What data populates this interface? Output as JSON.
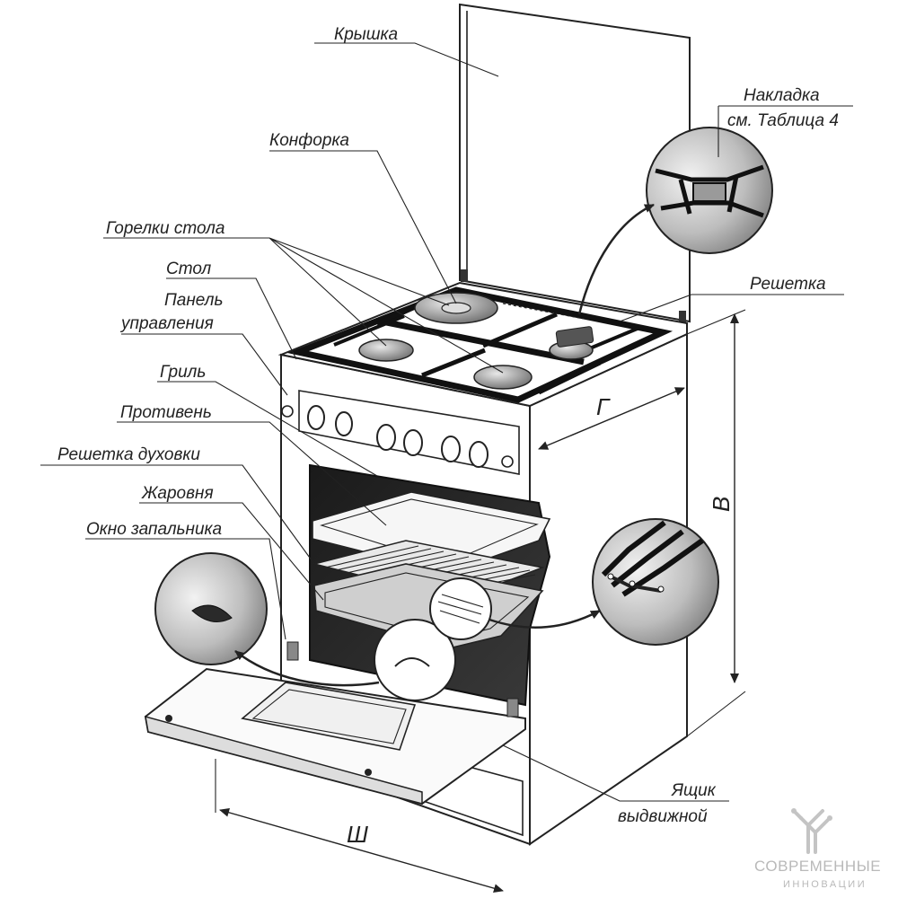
{
  "labels": {
    "lid": "Крышка",
    "overlay_line1": "Накладка",
    "overlay_line2": "см. Таблица 4",
    "burner_cap": "Конфорка",
    "table_burners": "Горелки стола",
    "table": "Стол",
    "control_panel_line1": "Панель",
    "control_panel_line2": "управления",
    "grate": "Решетка",
    "grill": "Гриль",
    "baking_tray": "Противень",
    "oven_rack": "Решетка духовки",
    "roasting_pan": "Жаровня",
    "ignition_window": "Окно запальника",
    "drawer_line1": "Ящик",
    "drawer_line2": "выдвижной"
  },
  "dimensions": {
    "depth": "Г",
    "height": "В",
    "width": "Ш"
  },
  "watermark": {
    "line1": "СОВРЕМЕННЫЕ",
    "line2": "ИННОВАЦИИ"
  }
}
